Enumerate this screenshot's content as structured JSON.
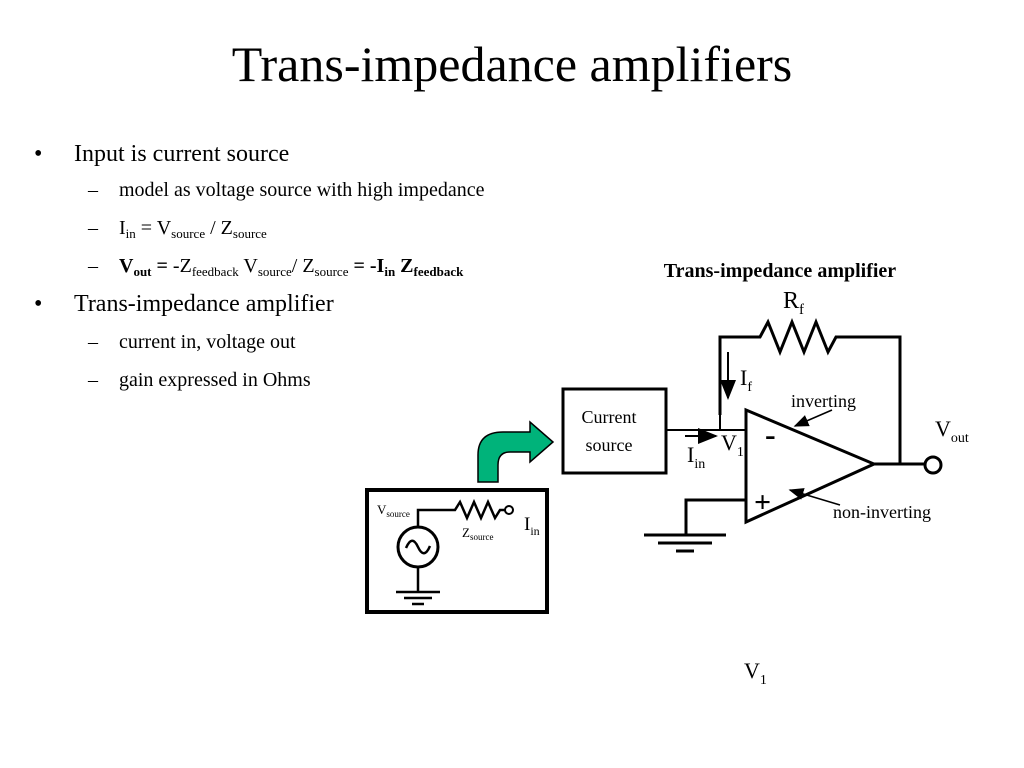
{
  "title": "Trans-impedance amplifiers",
  "bullets": {
    "b1": "Input is current source",
    "b1_sub1": "model as voltage source with high impedance",
    "b1_sub2": {
      "I": "I",
      "in": "in",
      "eq": " = V",
      "source": "source",
      "slash": " / Z",
      "source2": "source"
    },
    "b1_sub3": {
      "V": "V",
      "out": "out",
      "eq": " = ",
      "Z": "-Z",
      "feedback": "feedback",
      "V2": " V",
      "source": "source",
      "slash": "/ Z",
      "source2": "source",
      "eq2": " = -I",
      "in": "in",
      "Z2": " Z",
      "feedback2": "feedback"
    },
    "b2": "Trans-impedance amplifier",
    "b2_sub1": "current in, voltage out",
    "b2_sub2": "gain expressed in Ohms"
  },
  "markers": {
    "bullet": "•",
    "dash": "–"
  },
  "diagram": {
    "heading": "Trans-impedance amplifier",
    "rf": "R",
    "rf_sub": "f",
    "if": "I",
    "if_sub": "f",
    "iin": "I",
    "iin_sub": "in",
    "v1": "V",
    "v1_sub": "1",
    "vout": "V",
    "vout_sub": "out",
    "inverting": "inverting",
    "non_inverting": "non-inverting",
    "minus": "-",
    "plus": "+",
    "current_source_line1": "Current",
    "current_source_line2": "source",
    "vsource": "V",
    "vsource_sub": "source",
    "zsource": "Z",
    "zsource_sub": "source",
    "iin2": "I",
    "iin2_sub": "in",
    "v1_bottom": "V",
    "v1_bottom_sub": "1"
  },
  "colors": {
    "arrow_fill": "#00b37a",
    "line": "#000000"
  }
}
